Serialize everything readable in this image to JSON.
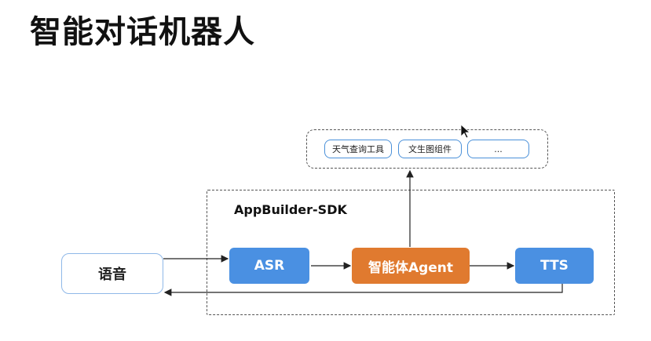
{
  "page": {
    "title": "智能对话机器人"
  },
  "tools": {
    "items": [
      "天气查询工具",
      "文生图组件",
      "..."
    ]
  },
  "sdk": {
    "label": "AppBuilder-SDK"
  },
  "nodes": {
    "voice": "语音",
    "asr": "ASR",
    "agent": "智能体Agent",
    "tts": "TTS"
  },
  "colors": {
    "blue_node": "#4a90e2",
    "agent_node": "#e07a2f",
    "chip_border": "#4a90d9"
  },
  "icons": {
    "cursor": "mouse-pointer-icon"
  }
}
